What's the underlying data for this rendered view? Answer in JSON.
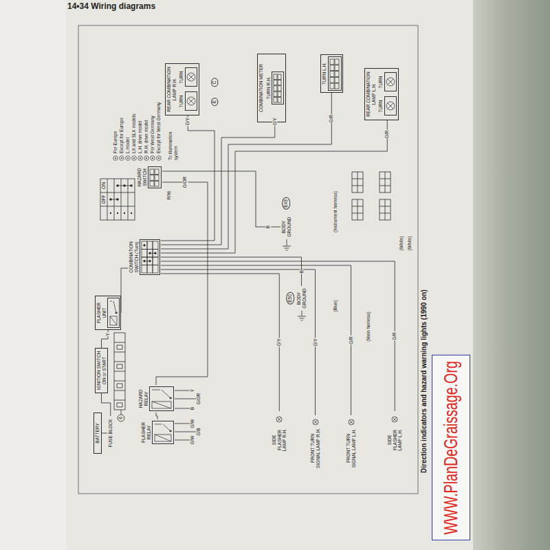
{
  "diagram": {
    "caption": "Direction indicators and hazard warning lights (1990 on)",
    "nodes": [
      {
        "text": [
          "BATTERY"
        ]
      },
      {
        "text": [
          "FUSE BLOCK"
        ]
      },
      {
        "text": [
          "IGNITION SWITCH ON or START"
        ]
      },
      {
        "text": [
          "FLASHER UNIT"
        ]
      },
      {
        "text": [
          "HAZARD RELAY"
        ]
      },
      {
        "text": [
          "FLASHER RELAY"
        ]
      },
      {
        "text": [
          "COMBINATION SWITCH (Turn)"
        ]
      },
      {
        "text": [
          "HAZARD SWITCH"
        ]
      },
      {
        "text": [
          "REAR COMBINATION LAMP R.H."
        ]
      },
      {
        "text": [
          "TURN"
        ],
        "in": 8
      },
      {
        "text": [
          "TURN"
        ],
        "in": 8
      },
      {
        "text": [
          "COMBINATION METER"
        ]
      },
      {
        "text": [
          "TURN R.H."
        ],
        "in": 11
      },
      {
        "text": [
          "TURN L.H."
        ]
      },
      {
        "text": [
          "REAR COMBINATION LAMP L.H."
        ]
      },
      {
        "text": [
          "TURN"
        ],
        "in": 14
      },
      {
        "text": [
          "TURN"
        ],
        "in": 14
      },
      {
        "text": [
          "BODY GROUND"
        ]
      },
      {
        "text": [
          "BODY GROUND"
        ]
      },
      {
        "text": [
          "SIDE FLASHER LAMP R.H."
        ]
      },
      {
        "text": [
          "FRONT TURN SIGNAL LAMP R.H."
        ]
      },
      {
        "text": [
          "FRONT TURN SIGNAL LAMP L.H."
        ]
      },
      {
        "text": [
          "SIDE FLASHER LAMP L.H."
        ]
      }
    ],
    "edges": [
      {
        "from": 0,
        "to": 1,
        "arrow": "none"
      },
      {
        "from": 1,
        "to": 2,
        "arrow": "none"
      },
      {
        "from": 2,
        "to": 3,
        "arrow": "none",
        "label": "Y"
      },
      {
        "from": 3,
        "to": 6,
        "arrow": "none"
      },
      {
        "from": 4,
        "to": 7,
        "arrow": "none",
        "label": "G/OR"
      },
      {
        "from": 5,
        "to": 4,
        "arrow": "none"
      },
      {
        "from": 6,
        "to": 9,
        "arrow": "none",
        "label": "G/Y"
      },
      {
        "from": 6,
        "to": 12,
        "arrow": "none",
        "label": "G/Y"
      },
      {
        "from": 6,
        "to": 13,
        "arrow": "none",
        "label": "G/R"
      },
      {
        "from": 6,
        "to": 15,
        "arrow": "none",
        "label": "G/R"
      },
      {
        "from": 6,
        "to": 18,
        "arrow": "none",
        "label": "B"
      },
      {
        "from": 6,
        "to": 19,
        "arrow": "none",
        "label": "G/Y"
      },
      {
        "from": 6,
        "to": 20,
        "arrow": "none",
        "label": "G/Y"
      },
      {
        "from": 6,
        "to": 21,
        "arrow": "none",
        "label": "G/R"
      },
      {
        "from": 6,
        "to": 22,
        "arrow": "none",
        "label": "G/R"
      },
      {
        "from": 7,
        "to": 17,
        "arrow": "none",
        "label": "B"
      }
    ],
    "labels": [
      "14•34 Wiring diagrams",
      "6",
      "OFF",
      "ON",
      "G/W",
      "G/B",
      "G/W",
      "B",
      "G/OR",
      "Y",
      "To illumination system",
      "R/W",
      "E49",
      "E50",
      "(Instrument harness)",
      "(Blue)",
      "(Main harness)",
      "(White)",
      "(White)",
      "E",
      "C",
      "WWW.PlanDeGraissage.Org"
    ],
    "legend": [
      {
        "text": "For Europe"
      },
      {
        "text": "Except for Europe"
      },
      {
        "text": "L model"
      },
      {
        "text": "LX and SLX models"
      },
      {
        "text": "L.H. drive model"
      },
      {
        "text": "R.H. drive model"
      },
      {
        "text": "For West Germany"
      },
      {
        "text": "Except for West Germany"
      }
    ]
  }
}
